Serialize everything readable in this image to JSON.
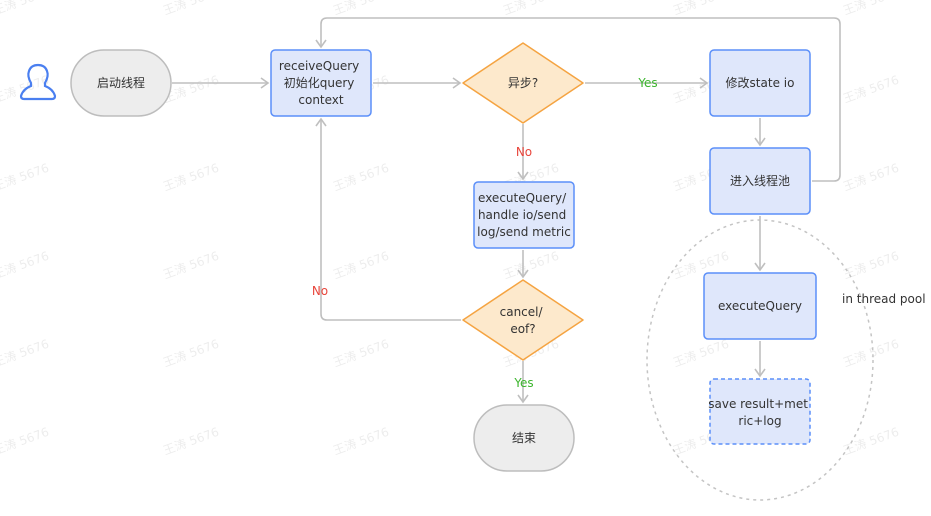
{
  "watermark": "王涛 5676",
  "nodes": {
    "start": "启动线程",
    "receive": [
      "receiveQuery",
      "初始化query",
      "context"
    ],
    "async_decision": "异步?",
    "modify_state": "修改state io",
    "enter_pool": "进入线程池",
    "execute_sync": [
      "executeQuery/",
      "handle io/send",
      "log/send metric"
    ],
    "cancel_decision": [
      "cancel/",
      "eof?"
    ],
    "end": "结束",
    "execute_pool": "executeQuery",
    "save_result": [
      "save result+met",
      "ric+log"
    ],
    "pool_label": "in thread pool"
  },
  "edge_labels": {
    "async_yes": "Yes",
    "async_no": "No",
    "cancel_no": "No",
    "cancel_yes": "Yes"
  },
  "colors": {
    "process_fill": "#dfe7fb",
    "process_stroke": "#5b8ff9",
    "decision_fill": "#fde9cc",
    "decision_stroke": "#f5a442",
    "terminal_fill": "#ededed",
    "terminal_stroke": "#bdbdbd",
    "yes": "#3cb52e",
    "no": "#e8463c",
    "edge": "#bfbfbf",
    "user_icon": "#4a7ff0"
  }
}
